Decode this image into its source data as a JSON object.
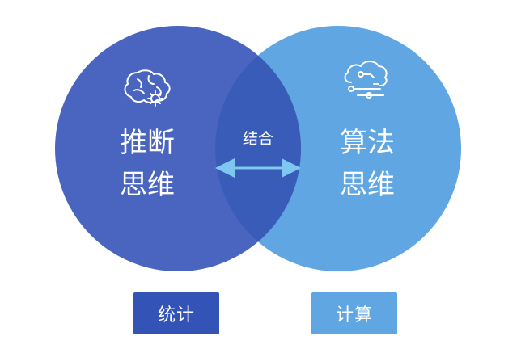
{
  "left": {
    "line1": "推断",
    "line2": "思维",
    "icon": "brain-gear-icon",
    "color": "#4a65c0"
  },
  "right": {
    "line1": "算法",
    "line2": "思维",
    "icon": "cloud-circuit-icon",
    "color": "#5fa6e3"
  },
  "overlap": {
    "label": "结合",
    "color": "#3a5cb9",
    "arrow_color": "#7ec8f0"
  },
  "tags": {
    "left": {
      "label": "统计",
      "color": "#3453b6"
    },
    "right": {
      "label": "计算",
      "color": "#5fa6e3"
    }
  }
}
